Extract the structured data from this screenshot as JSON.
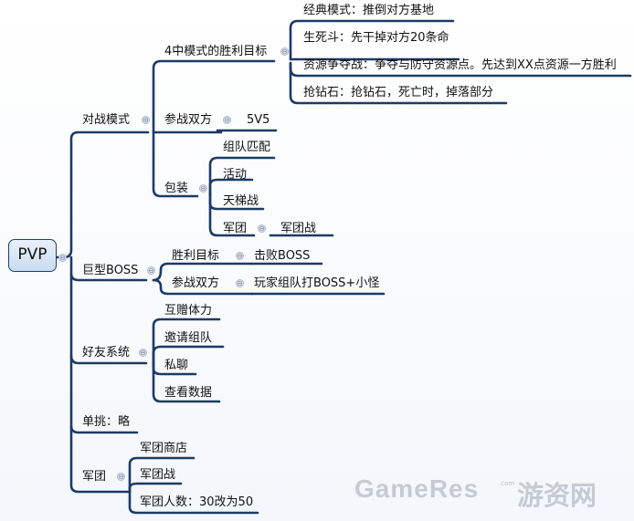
{
  "root": "PVP",
  "branches": {
    "battle_mode": "对战模式",
    "victory_goal_4modes": "4中模式的胜利目标",
    "classic_mode": "经典模式：推倒对方基地",
    "life_death": "生死斗：先干掉对方20条命",
    "resource_war": "资源争夺战：争夺与防守资源点。先达到XX点资源一方胜利",
    "grab_diamond": "抢钻石：抢钻石，死亡时，掉落部分",
    "participants": "参战双方",
    "five_v_five": "5V5",
    "packaging": "包装",
    "team_match": "组队匹配",
    "event": "活动",
    "ladder": "天梯战",
    "legion": "军团",
    "legion_battle": "军团战",
    "giant_boss": "巨型BOSS",
    "boss_victory_goal": "胜利目标",
    "defeat_boss": "击败BOSS",
    "boss_participants": "参战双方",
    "players_vs_boss": "玩家组队打BOSS+小怪",
    "friend_system": "好友系统",
    "gift_stamina": "互赠体力",
    "invite_team": "邀请组队",
    "private_chat": "私聊",
    "view_data": "查看数据",
    "solo": "单挑：略",
    "legion_main": "军团",
    "legion_shop": "军团商店",
    "legion_war": "军团战",
    "legion_size": "军团人数：30改为50"
  },
  "watermark": {
    "en": "GameRes",
    "small": ".com",
    "cn": "游资网"
  },
  "colors": {
    "edge": "#1d3a66",
    "toggle": "#dfe6f0"
  }
}
